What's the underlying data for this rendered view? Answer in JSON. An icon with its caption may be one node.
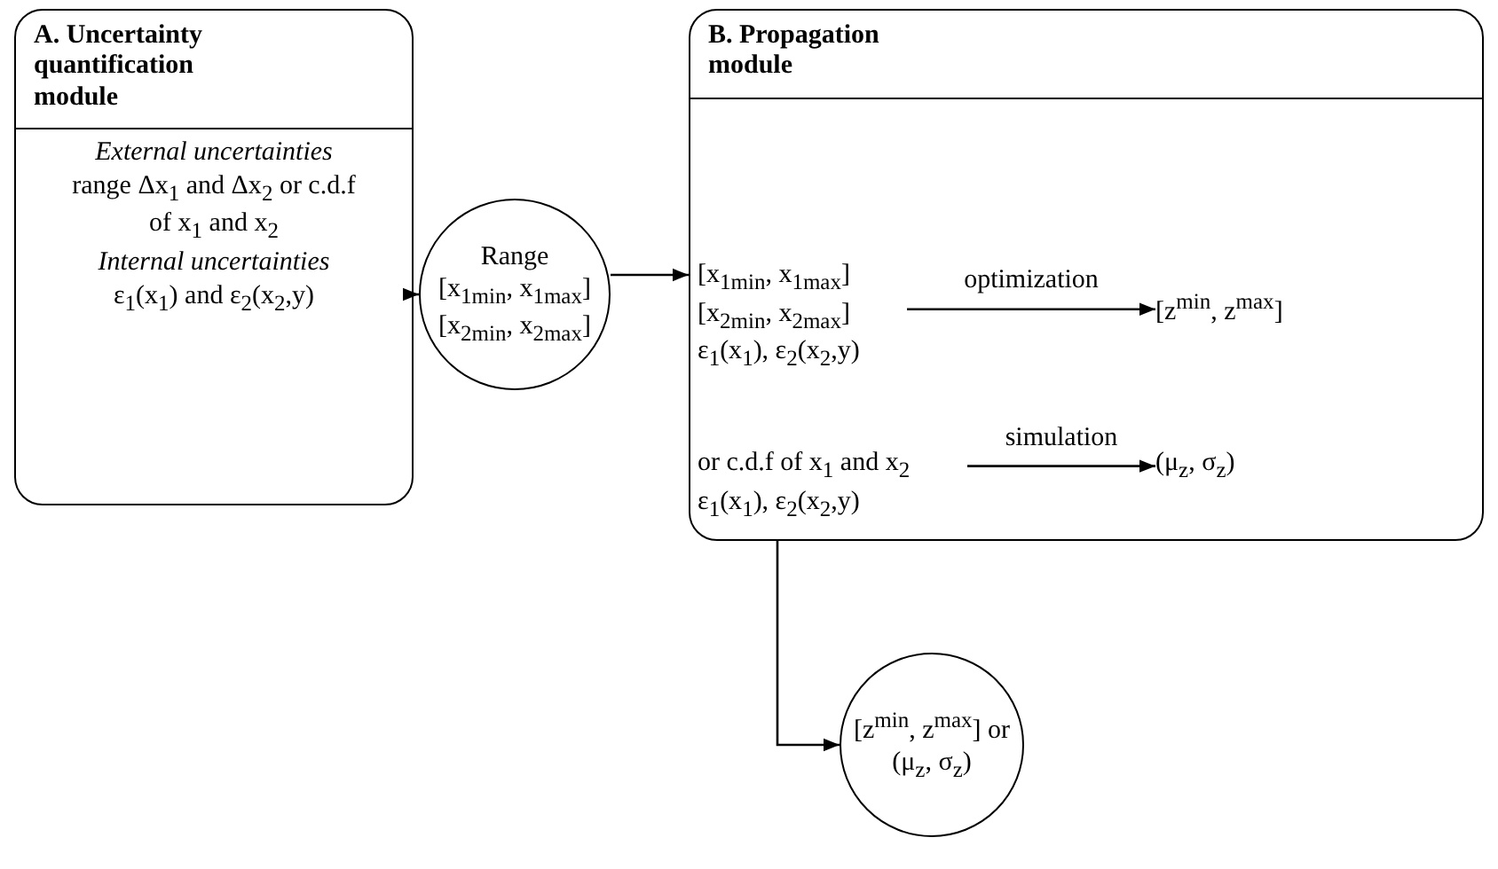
{
  "diagram": {
    "nodes": [
      {
        "text": [
          "A. Uncertainty quantification module",
          "External uncertainties",
          "range Δx$_{1}$ and Δx$_{2}$ or c.d.f of x$_{1}$ and x$_{2}$",
          "Internal uncertainties",
          "ε$_{1}$(x$_{1}$) and ε$_{2}$(x$_{2}$,y)"
        ]
      },
      {
        "text": [
          "Range",
          "[x$_{1min}$, x$_{1max}$] [x$_{2min}$, x$_{2max}$]"
        ]
      },
      {
        "text": [
          "B. Propagation module"
        ]
      },
      {
        "text": [
          "[x$_{1min}$, x$_{1max}$] [x$_{2min}$, x$_{2max}$] ε$_{1}$(x$_{1}$), ε$_{2}$(x$_{2}$,y)"
        ],
        "in": 2
      },
      {
        "text": [
          "[z$^{min}$, z$^{max}$]"
        ],
        "in": 2
      },
      {
        "text": [
          "or c.d.f of x$_{1}$ and x$_{2}$ ε$_{1}$(x$_{1}$), ε$_{2}$(x$_{2}$,y)"
        ],
        "in": 2
      },
      {
        "text": [
          "(μ$_{z}$, σ$_{z}$)"
        ],
        "in": 2
      },
      {
        "text": [
          "[z$^{min}$, z$^{max}$] or (μ$_{z}$, σ$_{z}$)"
        ]
      }
    ],
    "edges": [
      {
        "from": 0,
        "to": 1,
        "arrow": "to"
      },
      {
        "from": 1,
        "to": 2,
        "arrow": "to"
      },
      {
        "from": 3,
        "to": 4,
        "arrow": "to",
        "label": "optimization"
      },
      {
        "from": 5,
        "to": 6,
        "arrow": "to",
        "label": "simulation"
      },
      {
        "from": 2,
        "to": 7,
        "arrow": "to"
      }
    ]
  }
}
